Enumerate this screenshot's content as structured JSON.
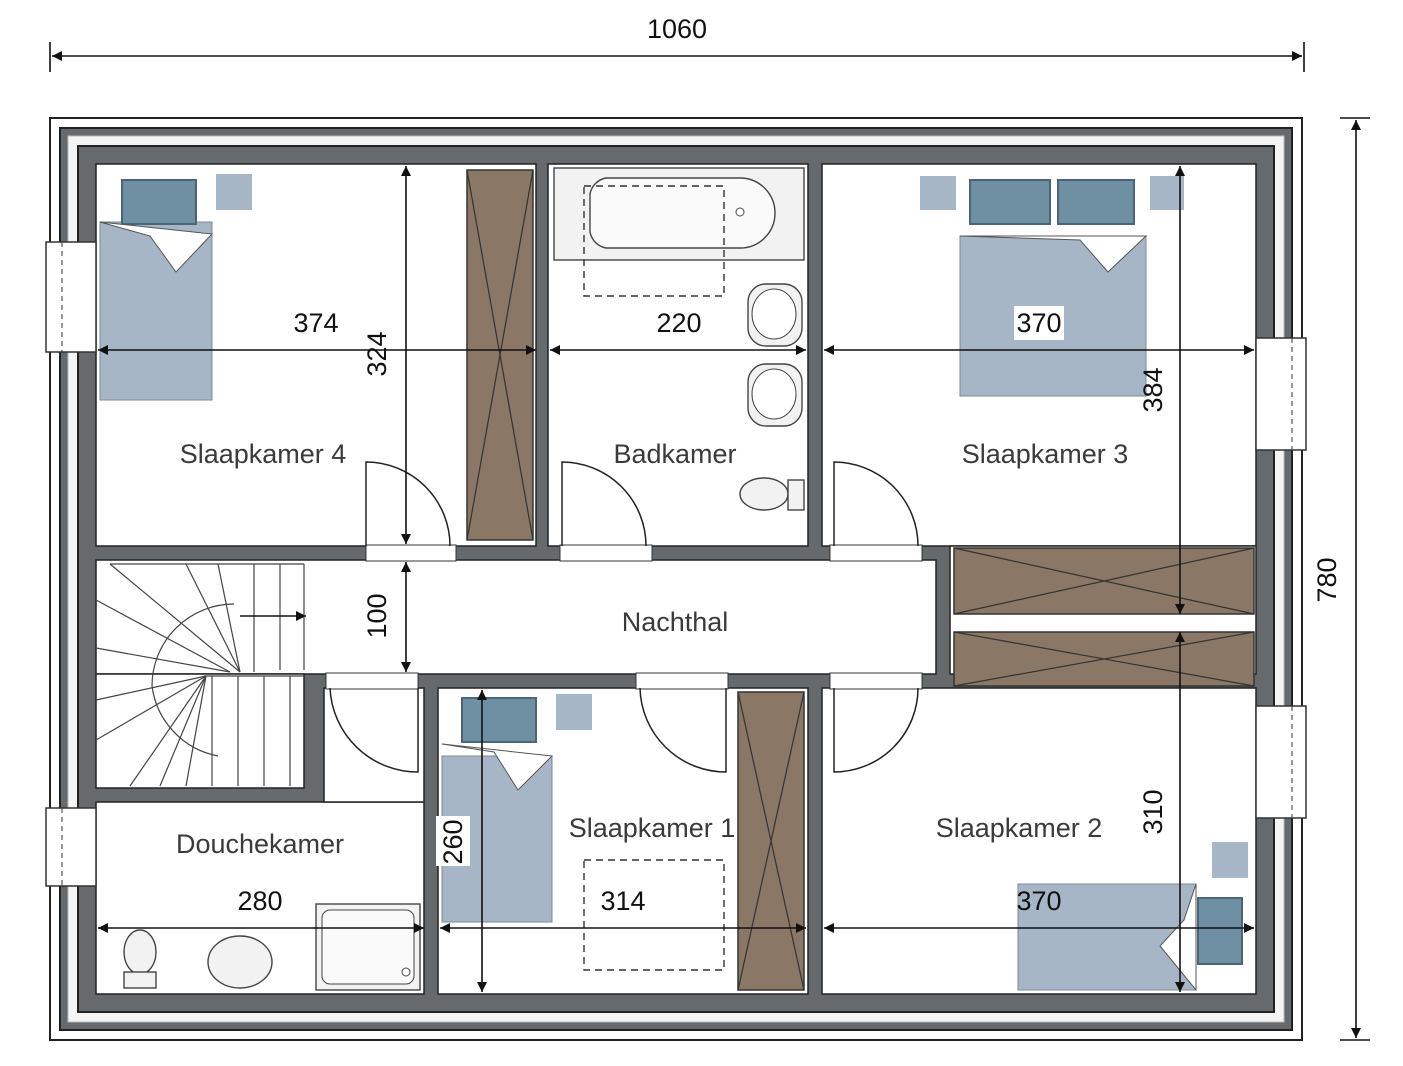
{
  "rooms": {
    "slaapkamer4": "Slaapkamer 4",
    "badkamer": "Badkamer",
    "slaapkamer3": "Slaapkamer 3",
    "nachthal": "Nachthal",
    "douchekamer": "Douchekamer",
    "slaapkamer1": "Slaapkamer 1",
    "slaapkamer2": "Slaapkamer 2"
  },
  "dimensions": {
    "total_width": "1060",
    "total_height": "780",
    "slaapkamer4_width": "374",
    "slaapkamer4_depth": "324",
    "badkamer_width": "220",
    "slaapkamer3_width": "370",
    "slaapkamer3_depth": "384",
    "nachthal_depth": "100",
    "douchekamer_width": "280",
    "slaapkamer1_depth": "260",
    "slaapkamer1_width": "314",
    "slaapkamer2_width": "370",
    "slaapkamer2_depth": "310"
  },
  "colors": {
    "wall": "#666a6d",
    "wardrobe": "#8a7766",
    "bed": "#a6b6c6",
    "pillow": "#6f8fa3"
  }
}
